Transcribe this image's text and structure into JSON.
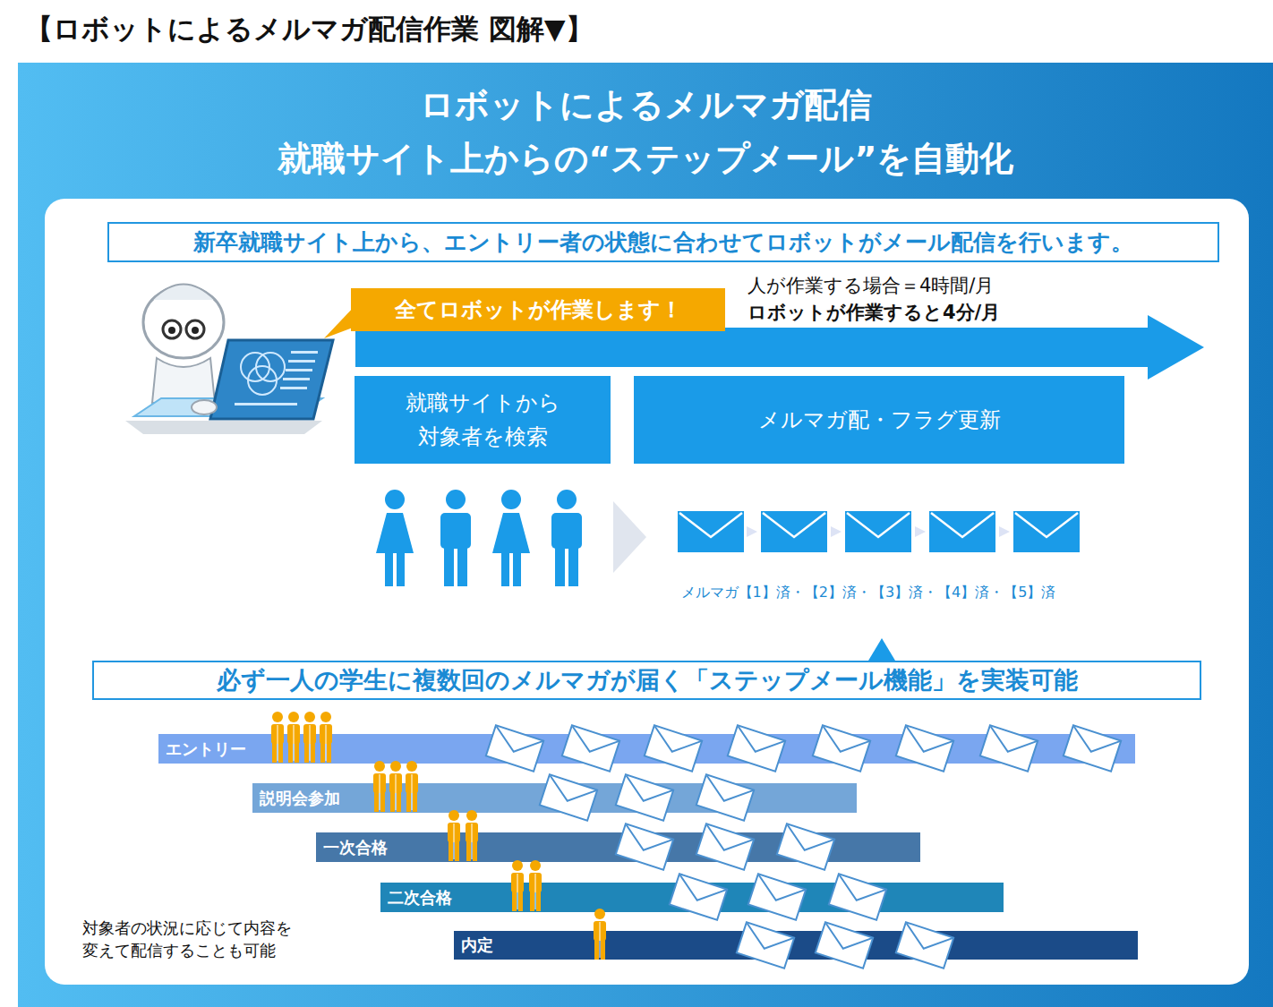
{
  "diagram": {
    "title": "【ロボットによるメルマガ配信作業 図解▼】",
    "nodes": [
      {
        "text": [
          "ロボットによるメルマガ配信",
          "就職サイト上からの“ステップメール”を自動化"
        ]
      },
      {
        "text": [
          "新卒就職サイト上から、エントリー者の状態に合わせてロボットがメール配信を行います。"
        ],
        "in": 0
      },
      {
        "text": [
          "全てロボットが作業します！"
        ],
        "in": 0
      },
      {
        "text": [
          "就職サイトから 対象者を検索"
        ],
        "in": 0
      },
      {
        "text": [
          "メルマガ配・フラグ更新"
        ],
        "in": 0
      },
      {
        "text": [
          "必ず一人の学生に複数回のメルマガが届く「ステップメール機能」を実装可能"
        ],
        "in": 0
      },
      {
        "text": [
          "エントリー"
        ],
        "in": 0
      },
      {
        "text": [
          "説明会参加"
        ],
        "in": 0
      },
      {
        "text": [
          "一次合格"
        ],
        "in": 0
      },
      {
        "text": [
          "二次合格"
        ],
        "in": 0
      },
      {
        "text": [
          "内定"
        ],
        "in": 0
      }
    ],
    "labels": [
      "人が作業する場合＝4時間/月",
      "ロボットが作業すると4分/月",
      "メルマガ【1】済・【2】済・【3】済・【4】済・【5】済",
      "対象者の状況に応じて内容を 変えて配信することも可能"
    ]
  }
}
